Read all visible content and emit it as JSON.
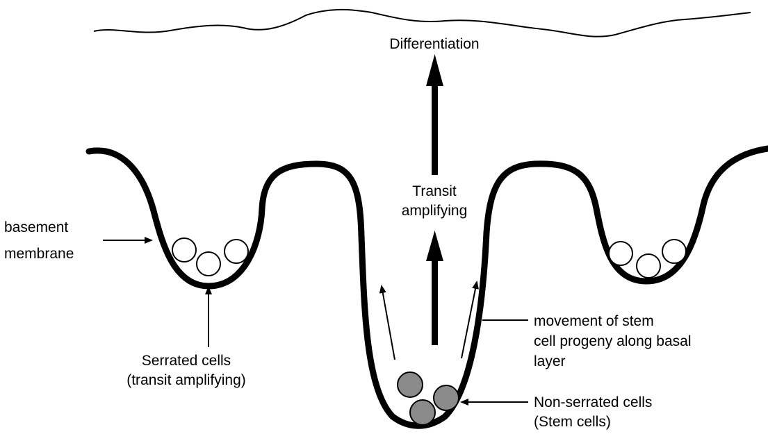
{
  "labels": {
    "differentiation": "Differentiation",
    "transit_line1": "Transit",
    "transit_line2": "amplifying",
    "basement_line1": "basement",
    "basement_line2": "membrane",
    "serrated_line1": "Serrated cells",
    "serrated_line2": "(transit amplifying)",
    "movement_line1": "movement of stem",
    "movement_line2": "cell progeny along basal",
    "movement_line3": "layer",
    "nonserrated_line1": "Non-serrated cells",
    "nonserrated_line2": "(Stem cells)"
  },
  "colors": {
    "line": "#000000",
    "stem_cell_fill": "#8a8a8a",
    "serrated_cell_fill": "#ffffff"
  }
}
